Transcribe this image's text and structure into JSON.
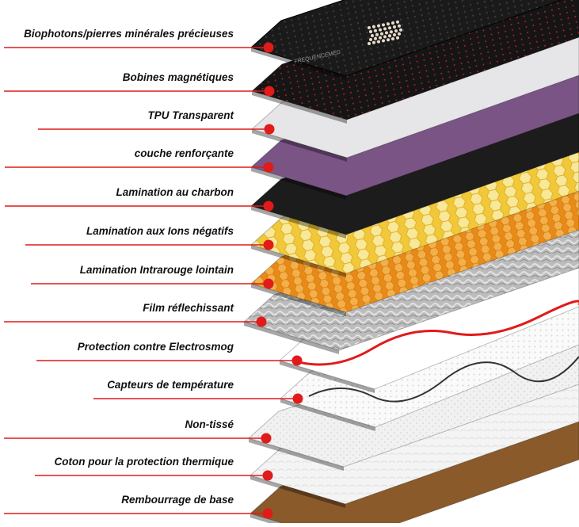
{
  "layers": [
    {
      "label": "Biophotons/pierres minérales précieuses",
      "fill": "#1a1a1a"
    },
    {
      "label": "Bobines magnétiques",
      "fill": "#141414"
    },
    {
      "label": "TPU Transparent",
      "fill": "#e6e6e8"
    },
    {
      "label": "couche renforçante",
      "fill": "#7a5485"
    },
    {
      "label": "Lamination au charbon",
      "fill": "#1c1c1c"
    },
    {
      "label": "Lamination aux Ions négatifs",
      "fill": "#f0c83a"
    },
    {
      "label": "Lamination Intrarouge lointain",
      "fill": "#e89a2a"
    },
    {
      "label": "Film réflechissant",
      "fill": "#b9b9b9"
    },
    {
      "label": "Protection contre Electrosmog",
      "fill": "#ffffff"
    },
    {
      "label": "Capteurs de température",
      "fill": "#ffffff"
    },
    {
      "label": "Non-tissé",
      "fill": "#ededed"
    },
    {
      "label": "Coton pour la protection thermique",
      "fill": "#f3f3f3"
    },
    {
      "label": "Rembourrage de base",
      "fill": "#8a5a2b"
    }
  ],
  "colors": {
    "accent": "#e11a1a",
    "mat_logo_text": "FREQUENCEMED"
  }
}
